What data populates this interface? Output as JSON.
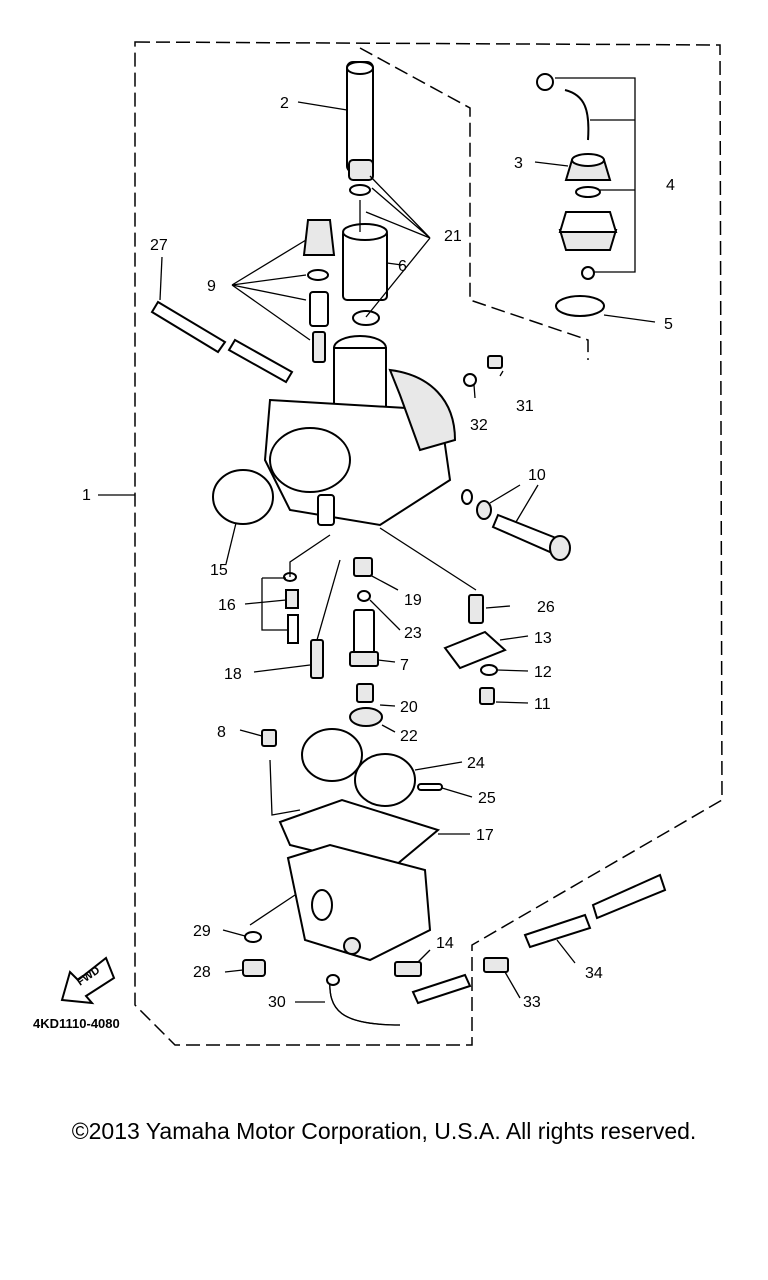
{
  "callouts": [
    {
      "id": "1",
      "label": "1"
    },
    {
      "id": "2",
      "label": "2"
    },
    {
      "id": "3",
      "label": "3"
    },
    {
      "id": "4",
      "label": "4"
    },
    {
      "id": "5",
      "label": "5"
    },
    {
      "id": "6",
      "label": "6"
    },
    {
      "id": "7",
      "label": "7"
    },
    {
      "id": "8",
      "label": "8"
    },
    {
      "id": "9",
      "label": "9"
    },
    {
      "id": "10",
      "label": "10"
    },
    {
      "id": "11",
      "label": "11"
    },
    {
      "id": "12",
      "label": "12"
    },
    {
      "id": "13",
      "label": "13"
    },
    {
      "id": "14",
      "label": "14"
    },
    {
      "id": "15",
      "label": "15"
    },
    {
      "id": "16",
      "label": "16"
    },
    {
      "id": "17",
      "label": "17"
    },
    {
      "id": "18",
      "label": "18"
    },
    {
      "id": "19",
      "label": "19"
    },
    {
      "id": "20",
      "label": "20"
    },
    {
      "id": "21",
      "label": "21"
    },
    {
      "id": "22",
      "label": "22"
    },
    {
      "id": "23",
      "label": "23"
    },
    {
      "id": "24",
      "label": "24"
    },
    {
      "id": "25",
      "label": "25"
    },
    {
      "id": "26",
      "label": "26"
    },
    {
      "id": "27",
      "label": "27"
    },
    {
      "id": "28",
      "label": "28"
    },
    {
      "id": "29",
      "label": "29"
    },
    {
      "id": "30",
      "label": "30"
    },
    {
      "id": "31",
      "label": "31"
    },
    {
      "id": "32",
      "label": "32"
    },
    {
      "id": "33",
      "label": "33"
    },
    {
      "id": "34",
      "label": "34"
    }
  ],
  "diagram_code": "4KD1110-4080",
  "fwd_label": "FWD",
  "copyright": "©2013 Yamaha Motor Corporation, U.S.A. All rights reserved."
}
